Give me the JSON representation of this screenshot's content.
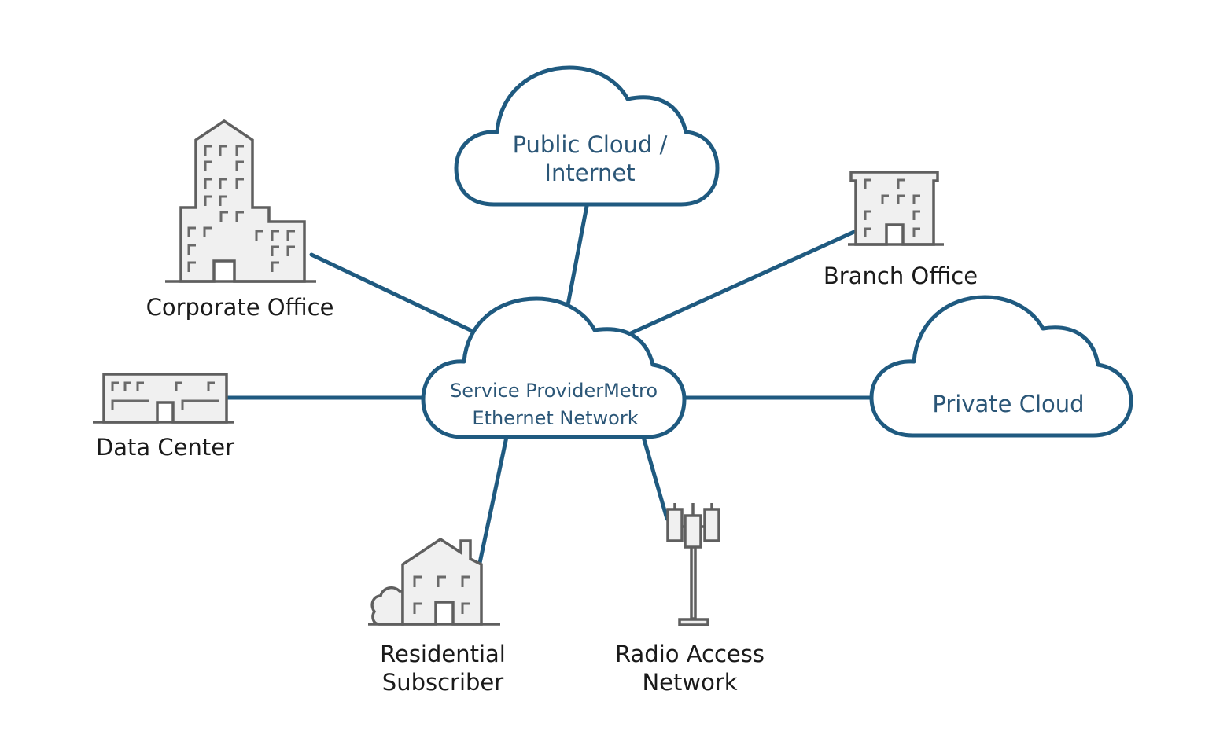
{
  "diagram": {
    "title": "",
    "colors": {
      "link": "#1f5a80",
      "cloud_stroke": "#1f5a80",
      "cloud_text": "#2b5677",
      "icon_stroke": "#5f5f5f",
      "icon_fill": "#f0f0f0",
      "label_text": "#1a1a1a"
    },
    "hub": {
      "id": "metro-ethernet",
      "type": "cloud",
      "label_lines": [
        "Service ProviderMetro",
        "Ethernet Network"
      ]
    },
    "nodes": [
      {
        "id": "public-cloud",
        "type": "cloud",
        "label_lines": [
          "Public Cloud /",
          "Internet"
        ]
      },
      {
        "id": "private-cloud",
        "type": "cloud",
        "label_lines": [
          "Private Cloud"
        ]
      },
      {
        "id": "corporate-office",
        "type": "building",
        "label_lines": [
          "Corporate Office"
        ]
      },
      {
        "id": "branch-office",
        "type": "building",
        "label_lines": [
          "Branch Office"
        ]
      },
      {
        "id": "data-center",
        "type": "building",
        "label_lines": [
          "Data Center"
        ]
      },
      {
        "id": "residential-subscriber",
        "type": "house",
        "label_lines": [
          "Residential",
          "Subscriber"
        ]
      },
      {
        "id": "radio-access-network",
        "type": "cell-tower",
        "label_lines": [
          "Radio Access",
          "Network"
        ]
      }
    ],
    "edges": [
      {
        "from": "metro-ethernet",
        "to": "public-cloud"
      },
      {
        "from": "metro-ethernet",
        "to": "corporate-office"
      },
      {
        "from": "metro-ethernet",
        "to": "branch-office"
      },
      {
        "from": "metro-ethernet",
        "to": "data-center"
      },
      {
        "from": "metro-ethernet",
        "to": "private-cloud"
      },
      {
        "from": "metro-ethernet",
        "to": "residential-subscriber"
      },
      {
        "from": "metro-ethernet",
        "to": "radio-access-network"
      }
    ]
  }
}
